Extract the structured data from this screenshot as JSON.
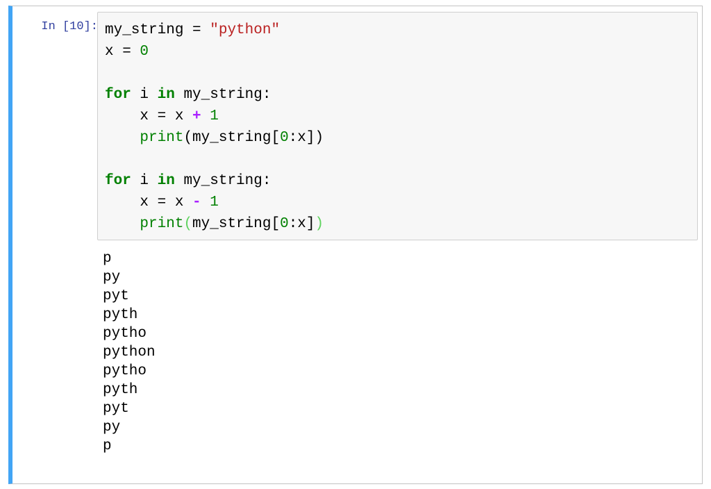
{
  "cell": {
    "prompt": "In [10]:",
    "execution_count": 10,
    "accent_color": "#42a5f5",
    "code_lines": [
      [
        {
          "t": "my_string",
          "c": ""
        },
        {
          "t": " = ",
          "c": ""
        },
        {
          "t": "\"python\"",
          "c": "str"
        }
      ],
      [
        {
          "t": "x",
          "c": ""
        },
        {
          "t": " = ",
          "c": ""
        },
        {
          "t": "0",
          "c": "num"
        }
      ],
      [],
      [
        {
          "t": "for",
          "c": "kw"
        },
        {
          "t": " i ",
          "c": ""
        },
        {
          "t": "in",
          "c": "kw"
        },
        {
          "t": " my_string:",
          "c": ""
        }
      ],
      [
        {
          "t": "    x = x ",
          "c": ""
        },
        {
          "t": "+",
          "c": "op"
        },
        {
          "t": " ",
          "c": ""
        },
        {
          "t": "1",
          "c": "num"
        }
      ],
      [
        {
          "t": "    ",
          "c": ""
        },
        {
          "t": "print",
          "c": "bi"
        },
        {
          "t": "(my_string[",
          "c": ""
        },
        {
          "t": "0",
          "c": "num"
        },
        {
          "t": ":x])",
          "c": ""
        }
      ],
      [],
      [
        {
          "t": "for",
          "c": "kw"
        },
        {
          "t": " i ",
          "c": ""
        },
        {
          "t": "in",
          "c": "kw"
        },
        {
          "t": " my_string:",
          "c": ""
        }
      ],
      [
        {
          "t": "    x = x ",
          "c": ""
        },
        {
          "t": "-",
          "c": "op"
        },
        {
          "t": " ",
          "c": ""
        },
        {
          "t": "1",
          "c": "num"
        }
      ],
      [
        {
          "t": "    ",
          "c": ""
        },
        {
          "t": "print",
          "c": "bi"
        },
        {
          "t": "(",
          "c": "paren-match"
        },
        {
          "t": "my_string[",
          "c": ""
        },
        {
          "t": "0",
          "c": "num"
        },
        {
          "t": ":x]",
          "c": ""
        },
        {
          "t": ")",
          "c": "paren-match"
        }
      ]
    ],
    "output_lines": [
      "p",
      "py",
      "pyt",
      "pyth",
      "pytho",
      "python",
      "pytho",
      "pyth",
      "pyt",
      "py",
      "p"
    ]
  }
}
